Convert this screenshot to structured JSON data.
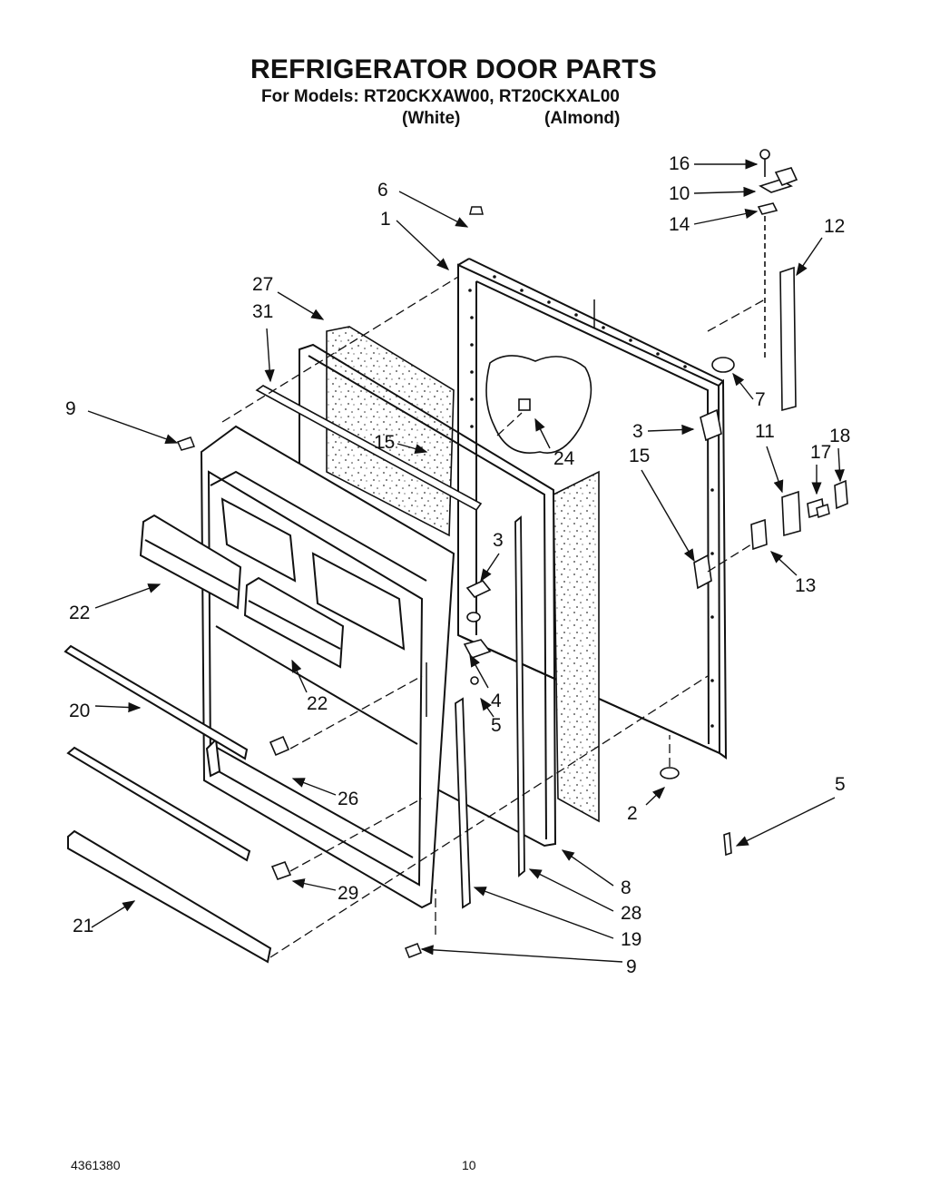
{
  "header": {
    "title": "REFRIGERATOR DOOR PARTS",
    "subtitle": "For Models: RT20CKXAW00, RT20CKXAL00",
    "variants": [
      "(White)",
      "(Almond)"
    ]
  },
  "diagram": {
    "callouts": [
      "16",
      "10",
      "14",
      "6",
      "1",
      "12",
      "27",
      "31",
      "7",
      "9",
      "3",
      "11",
      "18",
      "15",
      "17",
      "24",
      "15",
      "3",
      "13",
      "22",
      "22",
      "4",
      "5",
      "20",
      "26",
      "2",
      "5",
      "29",
      "8",
      "28",
      "21",
      "19",
      "9"
    ]
  },
  "footer": {
    "doc_number": "4361380",
    "page_number": "10"
  }
}
